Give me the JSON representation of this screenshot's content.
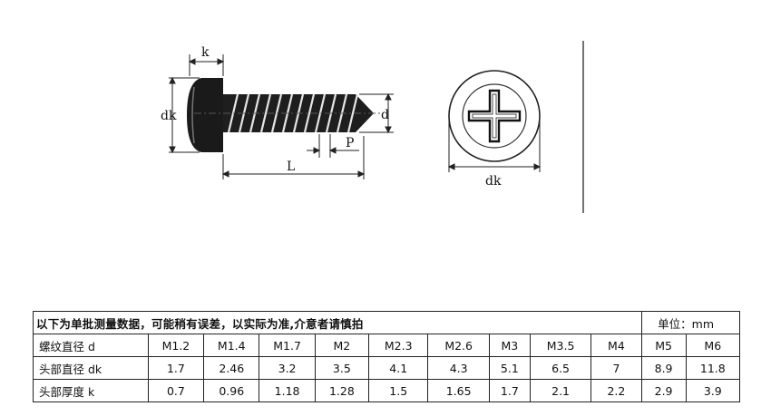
{
  "drawing": {
    "labels": {
      "k": "k",
      "dk": "dk",
      "d": "d",
      "P": "P",
      "L": "L",
      "dk_end": "dk"
    }
  },
  "table": {
    "note": "以下为单批测量数据，可能稍有误差，以实际为准,介意者请慎拍",
    "unit": "单位：mm",
    "columns": [
      "M1.2",
      "M1.4",
      "M1.7",
      "M2",
      "M2.3",
      "M2.6",
      "M3",
      "M3.5",
      "M4",
      "M5",
      "M6"
    ],
    "rows": [
      {
        "label": "螺纹直径 d",
        "values": [
          "M1.2",
          "M1.4",
          "M1.7",
          "M2",
          "M2.3",
          "M2.6",
          "M3",
          "M3.5",
          "M4",
          "M5",
          "M6"
        ]
      },
      {
        "label": "头部直径 dk",
        "values": [
          "1.7",
          "2.46",
          "3.2",
          "3.5",
          "4.1",
          "4.3",
          "5.1",
          "6.5",
          "7",
          "8.9",
          "11.8"
        ]
      },
      {
        "label": "头部厚度 k",
        "values": [
          "0.7",
          "0.96",
          "1.18",
          "1.28",
          "1.5",
          "1.65",
          "1.7",
          "2.1",
          "2.2",
          "2.9",
          "3.9"
        ]
      }
    ]
  }
}
